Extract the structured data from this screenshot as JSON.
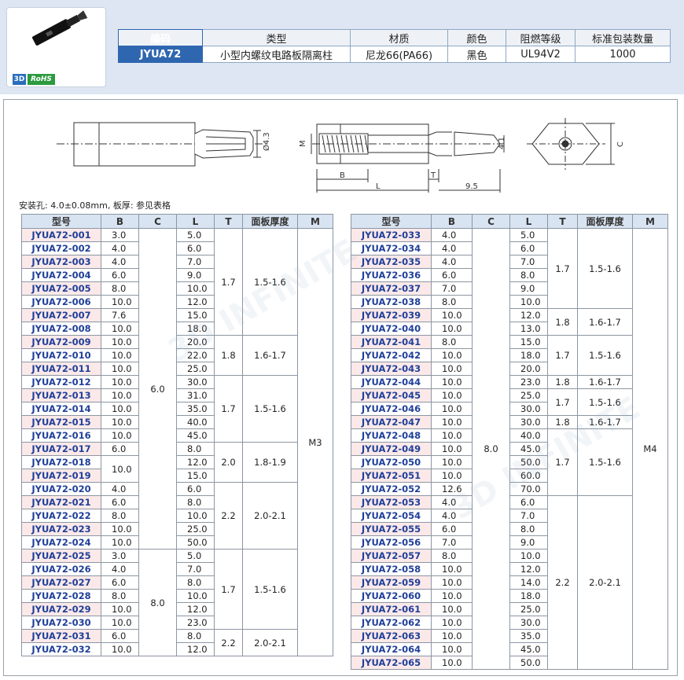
{
  "header": {
    "badges": {
      "three_d": "3D",
      "rohs": "RoHS"
    },
    "spec_headers": [
      "编码",
      "类型",
      "材质",
      "颜色",
      "阻燃等级",
      "标准包装数量"
    ],
    "spec_values": [
      "JYUA72",
      "小型内螺纹电路板隔离柱",
      "尼龙66(PA66)",
      "黑色",
      "UL94V2",
      "1000"
    ]
  },
  "drawing": {
    "dia_label": "Ø4.3",
    "m_label": "M",
    "b_label": "B",
    "l_label": "L",
    "t_label": "T",
    "dim_95": "9.5",
    "dim_41": "4.1",
    "c_label": "C"
  },
  "note": "安装孔: 4.0±0.08mm, 板厚: 参见表格",
  "table_headers": [
    "型号",
    "B",
    "C",
    "L",
    "T",
    "面板厚度",
    "M"
  ],
  "t1_rows": [
    [
      "JYUA72-001",
      "3.0",
      "5.0"
    ],
    [
      "JYUA72-002",
      "4.0",
      "6.0"
    ],
    [
      "JYUA72-003",
      "4.0",
      "7.0"
    ],
    [
      "JYUA72-004",
      "6.0",
      "9.0"
    ],
    [
      "JYUA72-005",
      "8.0",
      "10.0"
    ],
    [
      "JYUA72-006",
      "10.0",
      "12.0"
    ],
    [
      "JYUA72-007",
      "7.6",
      "15.0"
    ],
    [
      "JYUA72-008",
      "10.0",
      "18.0"
    ],
    [
      "JYUA72-009",
      "10.0",
      "20.0"
    ],
    [
      "JYUA72-010",
      "10.0",
      "22.0"
    ],
    [
      "JYUA72-011",
      "10.0",
      "25.0"
    ],
    [
      "JYUA72-012",
      "10.0",
      "30.0"
    ],
    [
      "JYUA72-013",
      "10.0",
      "31.0"
    ],
    [
      "JYUA72-014",
      "10.0",
      "35.0"
    ],
    [
      "JYUA72-015",
      "10.0",
      "40.0"
    ],
    [
      "JYUA72-016",
      "10.0",
      "45.0"
    ],
    [
      "JYUA72-017",
      "6.0",
      "8.0"
    ],
    [
      "JYUA72-018",
      "10.0",
      "12.0"
    ],
    [
      "JYUA72-019",
      "",
      "15.0"
    ],
    [
      "JYUA72-020",
      "4.0",
      "6.0"
    ],
    [
      "JYUA72-021",
      "6.0",
      "8.0"
    ],
    [
      "JYUA72-022",
      "8.0",
      "10.0"
    ],
    [
      "JYUA72-023",
      "10.0",
      "25.0"
    ],
    [
      "JYUA72-024",
      "10.0",
      "50.0"
    ],
    [
      "JYUA72-025",
      "3.0",
      "5.0"
    ],
    [
      "JYUA72-026",
      "4.0",
      "7.0"
    ],
    [
      "JYUA72-027",
      "6.0",
      "8.0"
    ],
    [
      "JYUA72-028",
      "8.0",
      "10.0"
    ],
    [
      "JYUA72-029",
      "10.0",
      "12.0"
    ],
    [
      "JYUA72-030",
      "10.0",
      "23.0"
    ],
    [
      "JYUA72-031",
      "6.0",
      "8.0"
    ],
    [
      "JYUA72-032",
      "10.0",
      "12.0"
    ]
  ],
  "t1_c": [
    {
      "start": 0,
      "span": 24,
      "v": "6.0"
    },
    {
      "start": 24,
      "span": 8,
      "v": "8.0"
    }
  ],
  "t1_t": [
    {
      "start": 0,
      "span": 8,
      "v": "1.7",
      "p": "1.5-1.6"
    },
    {
      "start": 8,
      "span": 3,
      "v": "1.8",
      "p": "1.6-1.7"
    },
    {
      "start": 11,
      "span": 5,
      "v": "1.7",
      "p": "1.5-1.6"
    },
    {
      "start": 16,
      "span": 3,
      "v": "2.0",
      "p": "1.8-1.9"
    },
    {
      "start": 19,
      "span": 5,
      "v": "2.2",
      "p": "2.0-2.1"
    },
    {
      "start": 24,
      "span": 6,
      "v": "1.7",
      "p": "1.5-1.6"
    },
    {
      "start": 30,
      "span": 2,
      "v": "2.2",
      "p": "2.0-2.1"
    }
  ],
  "t1_m": "M3",
  "t2_rows": [
    [
      "JYUA72-033",
      "4.0",
      "5.0"
    ],
    [
      "JYUA72-034",
      "4.0",
      "6.0"
    ],
    [
      "JYUA72-035",
      "4.0",
      "7.0"
    ],
    [
      "JYUA72-036",
      "6.0",
      "8.0"
    ],
    [
      "JYUA72-037",
      "7.0",
      "9.0"
    ],
    [
      "JYUA72-038",
      "8.0",
      "10.0"
    ],
    [
      "JYUA72-039",
      "10.0",
      "12.0"
    ],
    [
      "JYUA72-040",
      "10.0",
      "13.0"
    ],
    [
      "JYUA72-041",
      "8.0",
      "15.0"
    ],
    [
      "JYUA72-042",
      "10.0",
      "18.0"
    ],
    [
      "JYUA72-043",
      "10.0",
      "20.0"
    ],
    [
      "JYUA72-044",
      "10.0",
      "23.0"
    ],
    [
      "JYUA72-045",
      "10.0",
      "25.0"
    ],
    [
      "JYUA72-046",
      "10.0",
      "30.0"
    ],
    [
      "JYUA72-047",
      "10.0",
      "30.0"
    ],
    [
      "JYUA72-048",
      "10.0",
      "40.0"
    ],
    [
      "JYUA72-049",
      "10.0",
      "45.0"
    ],
    [
      "JYUA72-050",
      "10.0",
      "50.0"
    ],
    [
      "JYUA72-051",
      "10.0",
      "60.0"
    ],
    [
      "JYUA72-052",
      "12.6",
      "70.0"
    ],
    [
      "JYUA72-053",
      "4.0",
      "6.0"
    ],
    [
      "JYUA72-054",
      "4.0",
      "7.0"
    ],
    [
      "JYUA72-055",
      "6.0",
      "8.0"
    ],
    [
      "JYUA72-056",
      "7.0",
      "9.0"
    ],
    [
      "JYUA72-057",
      "8.0",
      "10.0"
    ],
    [
      "JYUA72-058",
      "10.0",
      "12.0"
    ],
    [
      "JYUA72-059",
      "10.0",
      "14.0"
    ],
    [
      "JYUA72-060",
      "10.0",
      "18.0"
    ],
    [
      "JYUA72-061",
      "10.0",
      "25.0"
    ],
    [
      "JYUA72-062",
      "10.0",
      "30.0"
    ],
    [
      "JYUA72-063",
      "10.0",
      "35.0"
    ],
    [
      "JYUA72-064",
      "10.0",
      "45.0"
    ],
    [
      "JYUA72-065",
      "10.0",
      "50.0"
    ]
  ],
  "t2_c": [
    {
      "start": 0,
      "span": 33,
      "v": "8.0"
    }
  ],
  "t2_t": [
    {
      "start": 0,
      "span": 6,
      "v": "1.7",
      "p": "1.5-1.6"
    },
    {
      "start": 6,
      "span": 2,
      "v": "1.8",
      "p": "1.6-1.7"
    },
    {
      "start": 8,
      "span": 3,
      "v": "1.7",
      "p": "1.5-1.6"
    },
    {
      "start": 11,
      "span": 1,
      "v": "1.8",
      "p": "1.6-1.7"
    },
    {
      "start": 12,
      "span": 2,
      "v": "1.7",
      "p": "1.5-1.6"
    },
    {
      "start": 14,
      "span": 1,
      "v": "1.8",
      "p": "1.6-1.7"
    },
    {
      "start": 15,
      "span": 5,
      "v": "1.7",
      "p": "1.5-1.6"
    },
    {
      "start": 20,
      "span": 13,
      "v": "2.2",
      "p": "2.0-2.1"
    }
  ],
  "t2_m": "M4",
  "watermark": "3D INFINITE"
}
